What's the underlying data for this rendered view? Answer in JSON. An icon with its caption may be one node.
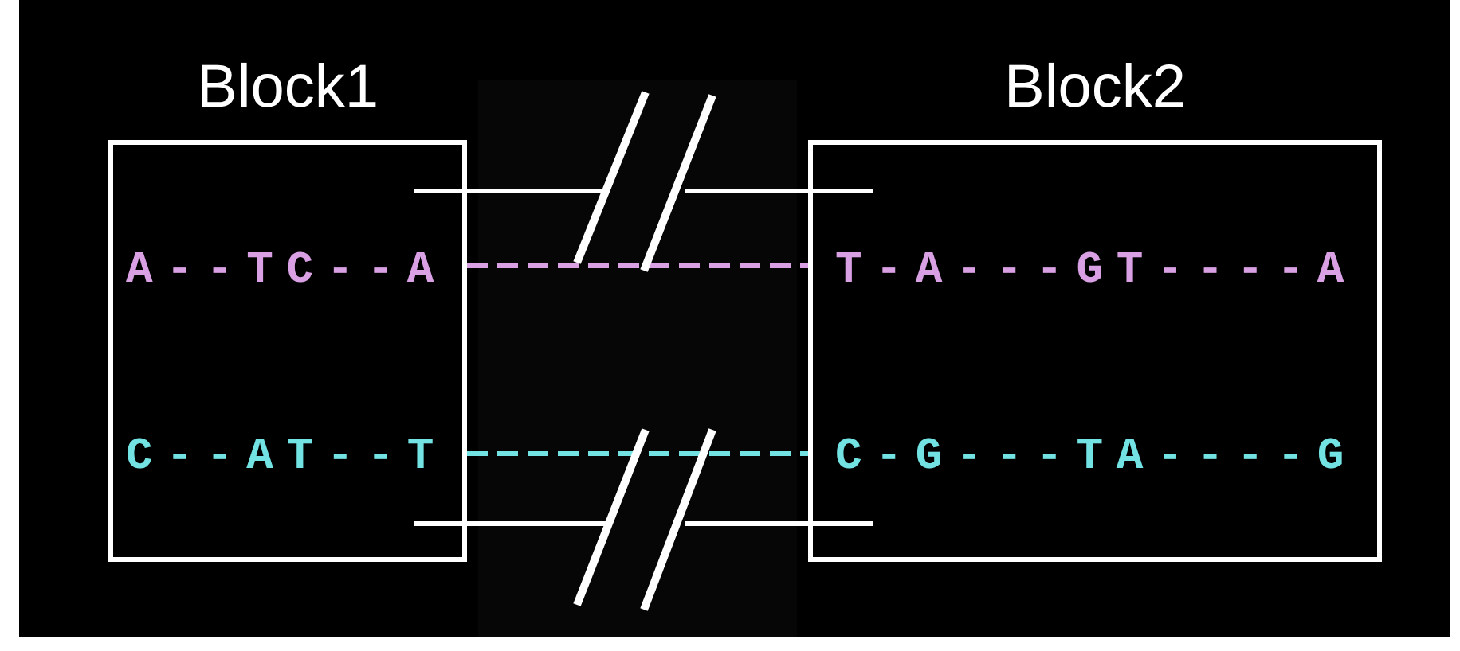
{
  "diagram": {
    "nodes": [
      {
        "text": [
          "Block1",
          "A--TC--A",
          "C--AT--T"
        ]
      },
      {
        "text": [
          "Block2",
          "T-A---GT----A",
          "C-G---TA----G"
        ]
      }
    ],
    "edges": [
      {
        "from": 0,
        "to": 1,
        "arrow": "none",
        "style": "dashed",
        "color": "#d9a0e3"
      },
      {
        "from": 0,
        "to": 1,
        "arrow": "none",
        "style": "dashed",
        "color": "#72e2e2"
      }
    ]
  }
}
